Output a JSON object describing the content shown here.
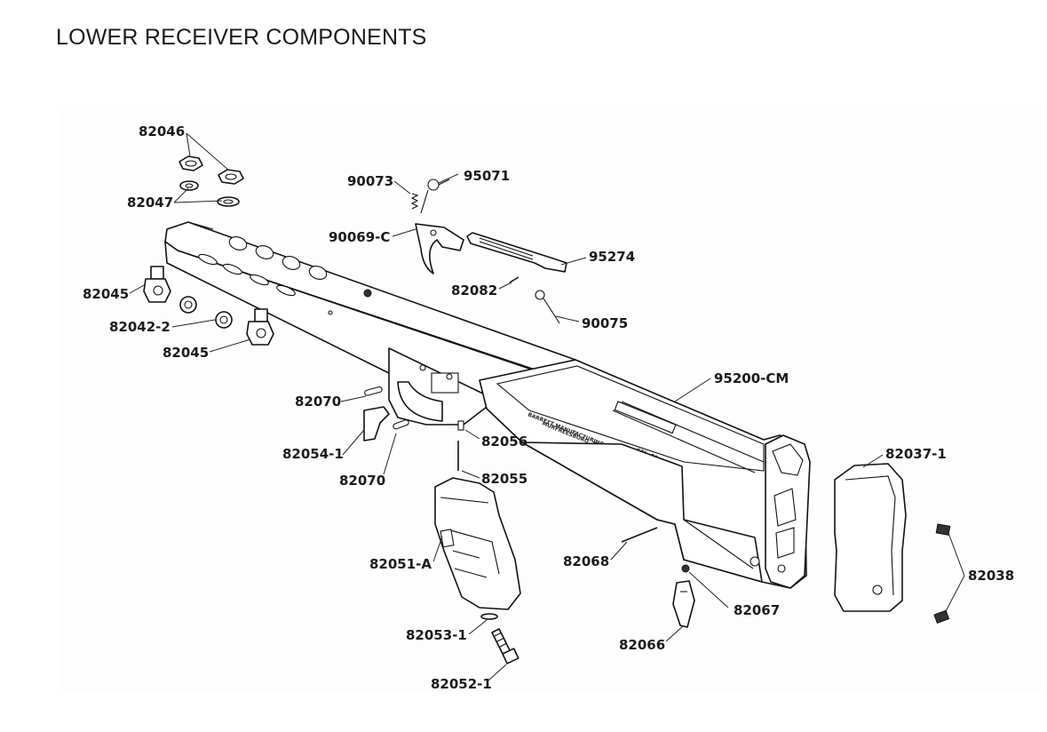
{
  "title": "LOWER RECEIVER COMPONENTS",
  "colors": {
    "ink": "#111111",
    "background": "#ffffff",
    "panel": "#fdfdfd"
  },
  "labels": {
    "p82046": "82046",
    "p82047": "82047",
    "p82045_top": "82045",
    "p82042_2": "82042-2",
    "p82045_bottom": "82045",
    "p90073": "90073",
    "p95071": "95071",
    "p90069_c": "90069-C",
    "p95274": "95274",
    "p82082": "82082",
    "p90075": "90075",
    "p95200_cm": "95200-CM",
    "p82070_top": "82070",
    "p82054_1": "82054-1",
    "p82070_bottom": "82070",
    "p82056": "82056",
    "p82055": "82055",
    "p82037_1": "82037-1",
    "p82038": "82038",
    "p82051_a": "82051-A",
    "p82068": "82068",
    "p82067": "82067",
    "p82053_1": "82053-1",
    "p82066": "82066",
    "p82052_1": "82052-1"
  },
  "receiver_markings": {
    "maker": "BARRETT MANUFACTURING, INC.",
    "location": "MURFREESBORO, TN U.S.A.",
    "cal": "CAL .50"
  }
}
